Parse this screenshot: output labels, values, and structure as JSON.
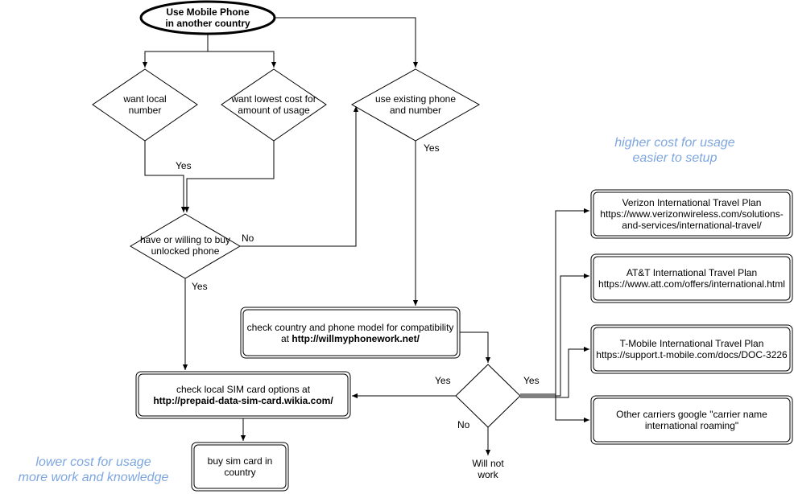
{
  "start": {
    "line1": "Use Mobile Phone",
    "line2": "in another country"
  },
  "decisions": {
    "local_number": {
      "line1": "want local",
      "line2": "number"
    },
    "lowest_cost": {
      "line1": "want lowest cost for",
      "line2": "amount of usage"
    },
    "existing_phone": {
      "line1": "use existing phone",
      "line2": "and number"
    },
    "unlocked_phone": {
      "line1": "have or willing to buy",
      "line2": "unlocked phone"
    }
  },
  "processes": {
    "check_compat": {
      "line1": "check country and phone model for compatibility",
      "line2_prefix": "at ",
      "line2_url": "http://willmyphonework.net/"
    },
    "check_sim": {
      "line1": "check local SIM card options at",
      "line2_url": "http://prepaid-data-sim-card.wikia.com/"
    },
    "buy_sim": {
      "line1": "buy sim card in",
      "line2": "country"
    }
  },
  "carriers": [
    {
      "line1": "Verizon International Travel Plan",
      "line2": "https://www.verizonwireless.com/solutions-",
      "line3": "and-services/international-travel/"
    },
    {
      "line1": "AT&T International Travel Plan",
      "line2": "https://www.att.com/offers/international.html"
    },
    {
      "line1": "T-Mobile International Travel Plan",
      "line2": "https://support.t-mobile.com/docs/DOC-3226"
    },
    {
      "line1": "Other carriers google \"carrier name",
      "line2": "international roaming\""
    }
  ],
  "edge_labels": {
    "yes_local": "Yes",
    "no_unlocked": "No",
    "yes_existing": "Yes",
    "yes_unlocked": "Yes",
    "yes_left": "Yes",
    "yes_right": "Yes",
    "no_bottom": "No"
  },
  "terminal": {
    "line1": "Will not",
    "line2": "work"
  },
  "notes": {
    "high_cost": {
      "line1": "higher cost for usage",
      "line2": "easier to setup"
    },
    "low_cost": {
      "line1": "lower cost for usage",
      "line2": "more work and knowledge"
    }
  },
  "colors": {
    "note": "#7ea6e0",
    "line": "#000000",
    "fill": "#ffffff"
  }
}
